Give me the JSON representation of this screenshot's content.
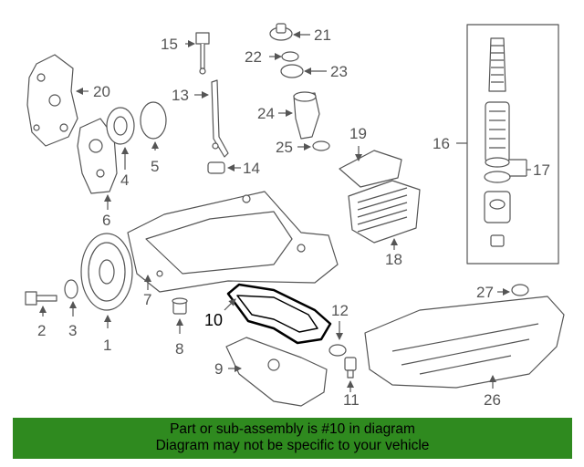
{
  "callouts": {
    "c1": "1",
    "c2": "2",
    "c3": "3",
    "c4": "4",
    "c5": "5",
    "c6": "6",
    "c7": "7",
    "c8": "8",
    "c9": "9",
    "c10": "10",
    "c11": "11",
    "c12": "12",
    "c13": "13",
    "c14": "14",
    "c15": "15",
    "c16": "16",
    "c17": "17",
    "c18": "18",
    "c19": "19",
    "c20": "20",
    "c21": "21",
    "c22": "22",
    "c23": "23",
    "c24": "24",
    "c25": "25",
    "c26": "26",
    "c27": "27"
  },
  "highlighted_part": "10",
  "colors": {
    "banner": "#2f8a1f",
    "highlight": "#000000",
    "line": "#555555"
  },
  "banner": {
    "line1": "Part or sub-assembly is #10 in diagram",
    "line2": "Diagram may not be specific to your vehicle"
  }
}
